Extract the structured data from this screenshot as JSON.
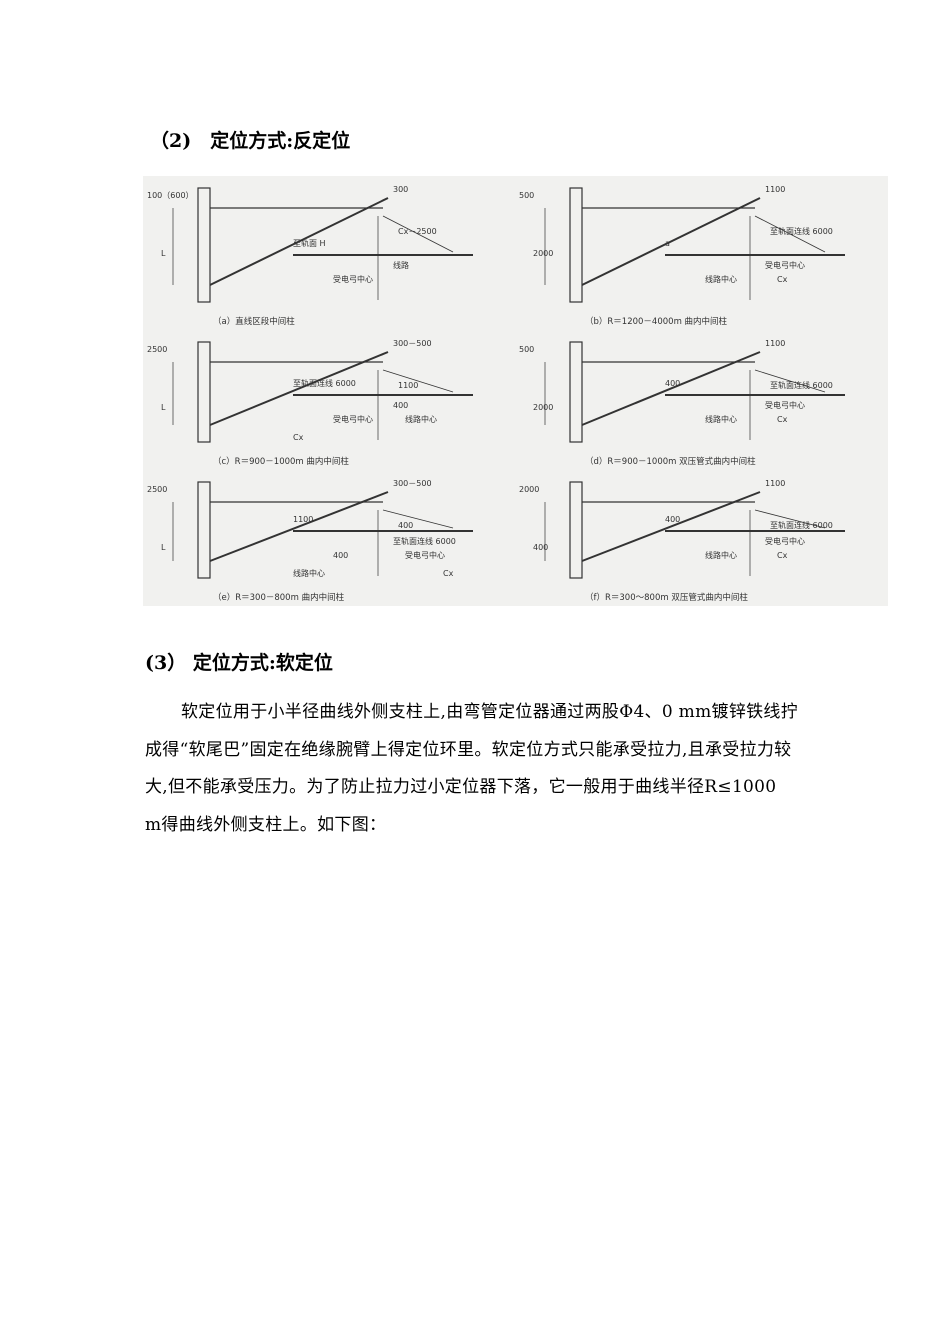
{
  "section2": {
    "heading": "（2)　定位方式:反定位"
  },
  "figure": {
    "panels": [
      {
        "caption": "（a）直线区段中间柱",
        "labels": [
          "100（600）",
          "L",
          "300",
          "Cx－2500",
          "至轨面 H",
          "线路",
          "受电弓中心"
        ]
      },
      {
        "caption": "（b）R＝1200－4000m 曲内中间柱",
        "labels": [
          "500",
          "2000",
          "1100",
          "至轨面连线 6000",
          "a",
          "受电弓中心",
          "线路中心",
          "Cx"
        ]
      },
      {
        "caption": "（c）R＝900－1000m 曲内中间柱",
        "labels": [
          "2500",
          "L",
          "300－500",
          "1100",
          "至轨面连线 6000",
          "400",
          "受电弓中心",
          "线路中心",
          "Cx"
        ]
      },
      {
        "caption": "（d）R＝900－1000m 双压管式曲内中间柱",
        "labels": [
          "500",
          "2000",
          "1100",
          "至轨面连线 6000",
          "400",
          "受电弓中心",
          "线路中心",
          "Cx"
        ]
      },
      {
        "caption": "（e）R＝300－800m 曲内中间柱",
        "labels": [
          "2500",
          "L",
          "300－500",
          "400",
          "1100",
          "至轨面连线 6000",
          "400",
          "受电弓中心",
          "线路中心",
          "Cx"
        ]
      },
      {
        "caption": "（f）R＝300～800m 双压管式曲内中间柱",
        "labels": [
          "2000",
          "400",
          "1100",
          "至轨面连线 6000",
          "400",
          "受电弓中心",
          "线路中心",
          "Cx"
        ]
      }
    ]
  },
  "section3": {
    "heading": "(3） 定位方式:软定位",
    "paragraph": "软定位用于小半径曲线外侧支柱上,由弯管定位器通过两股Φ4、0 mm镀锌铁线拧成得“软尾巴”固定在绝缘腕臂上得定位环里。软定位方式只能承受拉力,且承受拉力较大,但不能承受压力。为了防止拉力过小定位器下落，它一般用于曲线半径R≤1000　m得曲线外侧支柱上。如下图："
  }
}
